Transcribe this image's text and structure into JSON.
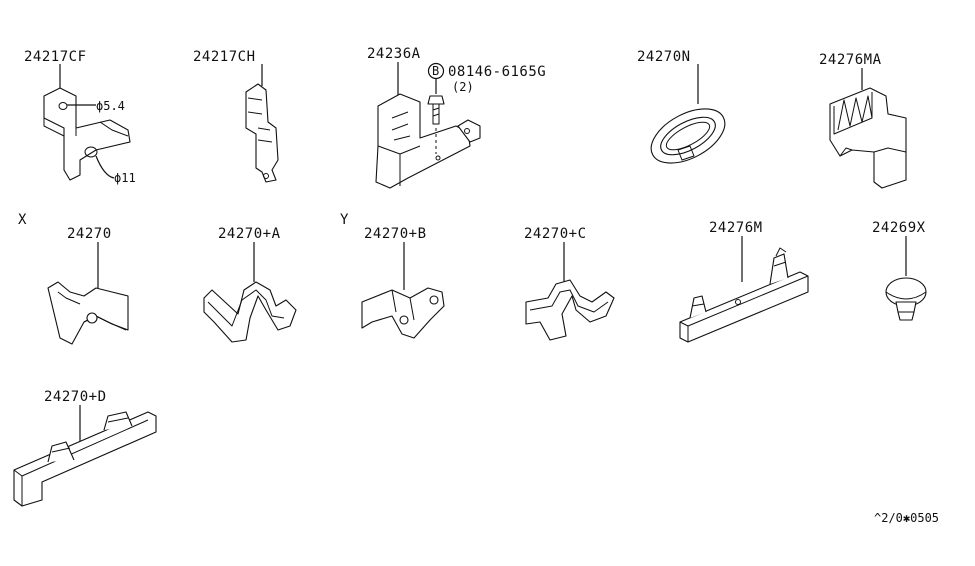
{
  "parts": [
    {
      "id": "p1",
      "label": "24217CF"
    },
    {
      "id": "p2",
      "label": "24217CH"
    },
    {
      "id": "p3",
      "label": "24236A"
    },
    {
      "id": "p4",
      "label": "24270N"
    },
    {
      "id": "p5",
      "label": "24276MA"
    },
    {
      "id": "p6",
      "label": "24270"
    },
    {
      "id": "p7",
      "label": "24270+A"
    },
    {
      "id": "p8",
      "label": "24270+B"
    },
    {
      "id": "p9",
      "label": "24270+C"
    },
    {
      "id": "p10",
      "label": "24276M"
    },
    {
      "id": "p11",
      "label": "24269X"
    },
    {
      "id": "p12",
      "label": "24270+D"
    }
  ],
  "dimensions": {
    "hole_small": "ϕ5.4",
    "hole_large": "ϕ11"
  },
  "bolt": {
    "symbol": "B",
    "part_number": "08146-6165G",
    "quantity": "(2)"
  },
  "view_markers": {
    "x": "X",
    "y": "Y"
  },
  "diagram_code": "^2/0✱0505"
}
